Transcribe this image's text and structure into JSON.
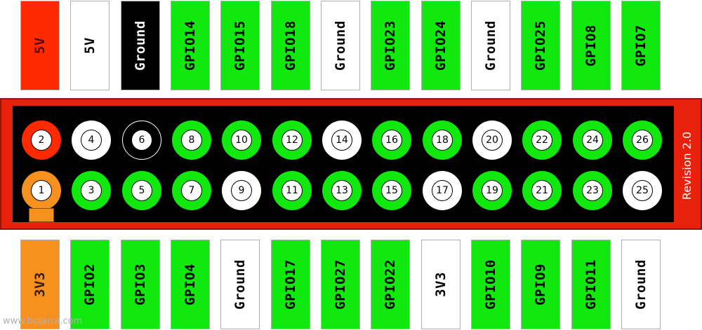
{
  "colors": {
    "power5v": "#ff2a00",
    "power3v3": "#f6901e",
    "gpio": "#11e80d",
    "ground": "#ffffff",
    "board": "#e8210d",
    "black": "#000000"
  },
  "header_labels_top": [
    {
      "text": "5V",
      "kind": "power5v"
    },
    {
      "text": "5V",
      "kind": "white"
    },
    {
      "text": "Ground",
      "kind": "black"
    },
    {
      "text": "GPIO14",
      "kind": "gpio"
    },
    {
      "text": "GPIO15",
      "kind": "gpio"
    },
    {
      "text": "GPIO18",
      "kind": "gpio"
    },
    {
      "text": "Ground",
      "kind": "white"
    },
    {
      "text": "GPIO23",
      "kind": "gpio"
    },
    {
      "text": "GPIO24",
      "kind": "gpio"
    },
    {
      "text": "Ground",
      "kind": "white"
    },
    {
      "text": "GPIO25",
      "kind": "gpio"
    },
    {
      "text": "GPIO8",
      "kind": "gpio"
    },
    {
      "text": "GPIO7",
      "kind": "gpio"
    }
  ],
  "header_labels_bottom": [
    {
      "text": "3V3",
      "kind": "power3v3"
    },
    {
      "text": "GPIO2",
      "kind": "gpio"
    },
    {
      "text": "GPIO3",
      "kind": "gpio"
    },
    {
      "text": "GPIO4",
      "kind": "gpio"
    },
    {
      "text": "Ground",
      "kind": "white"
    },
    {
      "text": "GPIO17",
      "kind": "gpio"
    },
    {
      "text": "GPIO27",
      "kind": "gpio"
    },
    {
      "text": "GPIO22",
      "kind": "gpio"
    },
    {
      "text": "3V3",
      "kind": "white"
    },
    {
      "text": "GPIO10",
      "kind": "gpio"
    },
    {
      "text": "GPIO9",
      "kind": "gpio"
    },
    {
      "text": "GPIO11",
      "kind": "gpio"
    },
    {
      "text": "Ground",
      "kind": "white"
    }
  ],
  "pins_top_row": [
    {
      "number": "2",
      "kind": "power5v"
    },
    {
      "number": "4",
      "kind": "white"
    },
    {
      "number": "6",
      "kind": "black"
    },
    {
      "number": "8",
      "kind": "gpio"
    },
    {
      "number": "10",
      "kind": "gpio"
    },
    {
      "number": "12",
      "kind": "gpio"
    },
    {
      "number": "14",
      "kind": "white"
    },
    {
      "number": "16",
      "kind": "gpio"
    },
    {
      "number": "18",
      "kind": "gpio"
    },
    {
      "number": "20",
      "kind": "white"
    },
    {
      "number": "22",
      "kind": "gpio"
    },
    {
      "number": "24",
      "kind": "gpio"
    },
    {
      "number": "26",
      "kind": "gpio"
    }
  ],
  "pins_bottom_row": [
    {
      "number": "1",
      "kind": "power3v3"
    },
    {
      "number": "3",
      "kind": "gpio"
    },
    {
      "number": "5",
      "kind": "gpio"
    },
    {
      "number": "7",
      "kind": "gpio"
    },
    {
      "number": "9",
      "kind": "white"
    },
    {
      "number": "11",
      "kind": "gpio"
    },
    {
      "number": "13",
      "kind": "gpio"
    },
    {
      "number": "15",
      "kind": "gpio"
    },
    {
      "number": "17",
      "kind": "white"
    },
    {
      "number": "19",
      "kind": "gpio"
    },
    {
      "number": "21",
      "kind": "gpio"
    },
    {
      "number": "23",
      "kind": "gpio"
    },
    {
      "number": "25",
      "kind": "white"
    }
  ],
  "board": {
    "revision": "Revision 2.0"
  },
  "watermark": "www.bujarra.com"
}
